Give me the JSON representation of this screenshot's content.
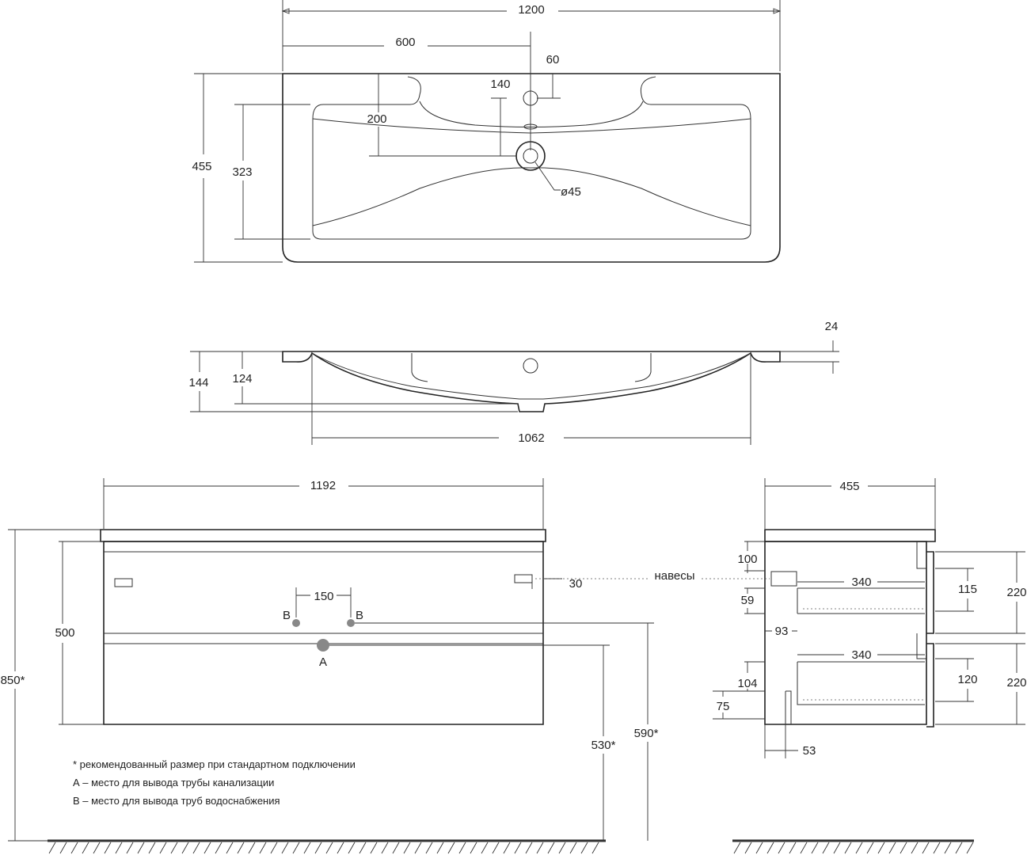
{
  "top_view": {
    "width_total": "1200",
    "half_width": "600",
    "tap_hole_offset": "60",
    "tap_to_drain": "140",
    "drain_from_edge": "200",
    "depth_total": "455",
    "bowl_depth": "323",
    "drain_diameter": "ø45"
  },
  "side_section": {
    "rim_thickness": "24",
    "total_height": "144",
    "bowl_height": "124",
    "bowl_width": "1062"
  },
  "cabinet_front": {
    "width": "1192",
    "height": "500",
    "hinge_offset": "30",
    "inlet_spacing": "150",
    "inlet_label_left": "B",
    "inlet_label_right": "B",
    "drain_label": "A",
    "floor_to_top": "850*",
    "drain_height": "530*",
    "inlet_height": "590*"
  },
  "cabinet_side": {
    "depth": "455",
    "hinges_label": "навесы",
    "top_offset": "100",
    "drawer1_depth": "340",
    "drawer1_offset": "59",
    "drawer1_height": "115",
    "drawer1_front": "220",
    "inner_offset": "93",
    "drawer2_depth": "340",
    "drawer2_offset": "104",
    "bottom_offset": "75",
    "drawer2_height": "120",
    "drawer2_front": "220",
    "side_thickness": "53"
  },
  "notes": {
    "asterisk": "* рекомендованный размер при стандартном подключении",
    "a": "А – место для вывода трубы канализации",
    "b": "В – место для вывода труб водоснабжения"
  },
  "colors": {
    "line": "#222222",
    "pipe": "#888888"
  }
}
